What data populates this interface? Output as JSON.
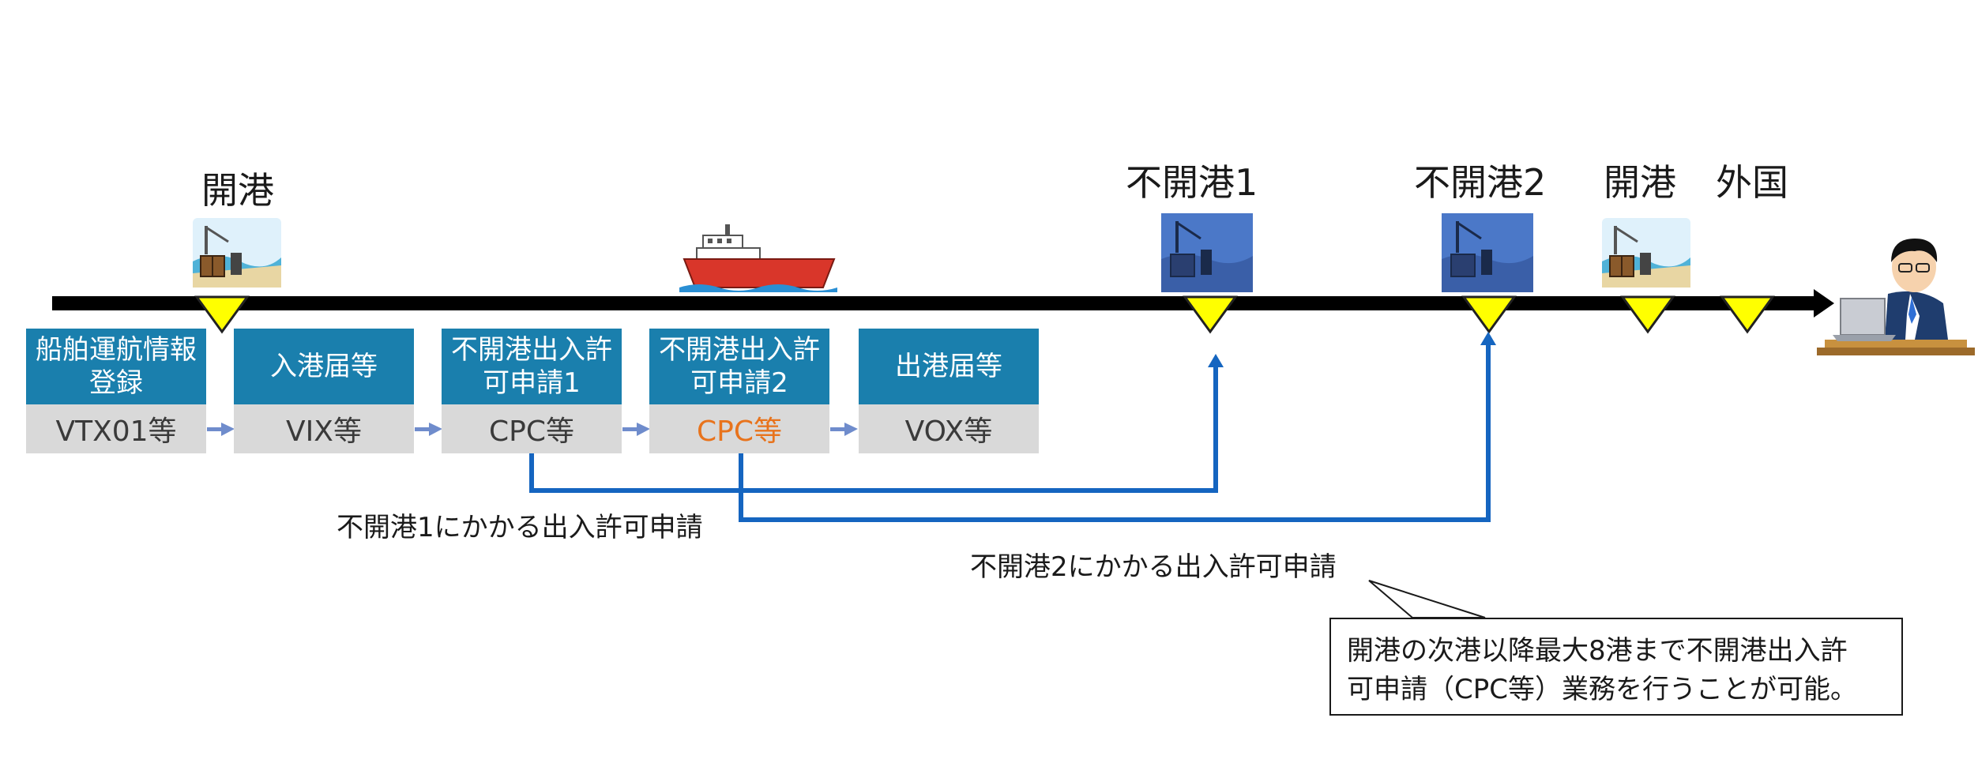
{
  "ports": {
    "open_port": "開港",
    "non_open_port_1": "不開港1",
    "non_open_port_2": "不開港2",
    "open_port_2": "開港",
    "foreign": "外国"
  },
  "steps": [
    {
      "title": "船舶運航情報\n登録",
      "code": "VTX01等"
    },
    {
      "title": "入港届等",
      "code": "VIX等"
    },
    {
      "title": "不開港出入許\n可申請1",
      "code": "CPC等"
    },
    {
      "title": "不開港出入許\n可申請2",
      "code": "CPC等"
    },
    {
      "title": "出港届等",
      "code": "VOX等"
    }
  ],
  "notes": {
    "application_1": "不開港1にかかる出入許可申請",
    "application_2": "不開港2にかかる出入許可申請"
  },
  "callout": "開港の次港以降最大8港まで不開港出入許\n可申請（CPC等）業務を行うことが可能。",
  "colors": {
    "timeline": "#000000",
    "marker": "#ffff00",
    "step_header": "#1a7fad",
    "step_code_bg": "#d9d9d9",
    "connector": "#1565c0",
    "highlight_code": "#e8731c",
    "small_arrow": "#6f8ccc"
  },
  "icons": [
    "port-dock-icon",
    "cargo-ship-icon",
    "office-worker-icon"
  ]
}
